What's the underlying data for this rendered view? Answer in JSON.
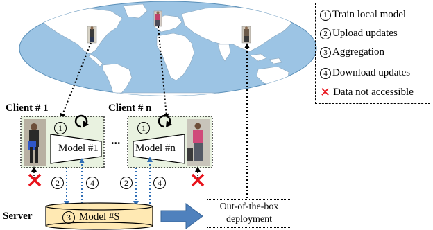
{
  "legend": {
    "items": [
      {
        "num": "1",
        "text": "Train local model"
      },
      {
        "num": "2",
        "text": "Upload updates"
      },
      {
        "num": "3",
        "text": "Aggregation"
      },
      {
        "num": "4",
        "text": "Download updates"
      }
    ],
    "not_accessible": "Data not accessible"
  },
  "clients": {
    "client1": {
      "title": "Client # 1",
      "model": "Model #1"
    },
    "clientn": {
      "title": "Client # n",
      "model": "Model #n"
    },
    "ellipsis": "..."
  },
  "server": {
    "title": "Server",
    "model": "Model #S"
  },
  "deployment": {
    "line1": "Out-of-the-box",
    "line2": "deployment"
  },
  "steps": {
    "train": "1",
    "upload": "2",
    "aggregate": "3",
    "download": "4"
  },
  "colors": {
    "client_box_fill": "#e9f2e0",
    "server_fill": "#ffe9b3",
    "ocean": "#9cc4e4",
    "land": "#ffffff",
    "arrow_blue": "#4f81bd",
    "arrow_dotted_blue": "#2f6eb5",
    "x_red": "#e8121b"
  }
}
